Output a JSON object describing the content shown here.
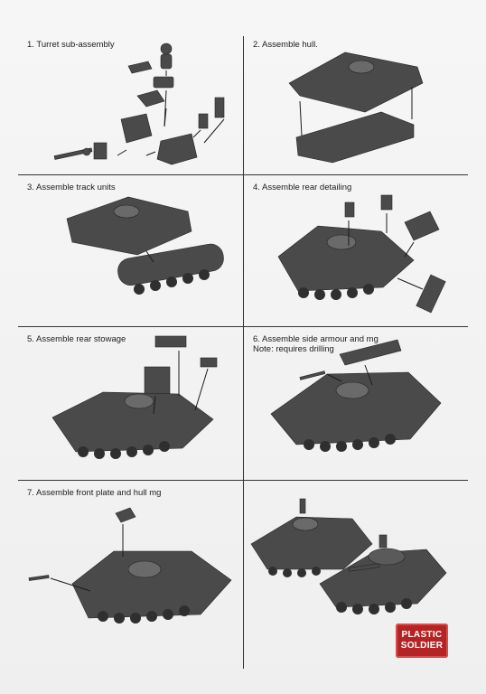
{
  "steps": [
    {
      "title": "1. Turret sub-assembly"
    },
    {
      "title": "2. Assemble hull."
    },
    {
      "title": "3. Assemble track units"
    },
    {
      "title": "4. Assemble rear detailing"
    },
    {
      "title": "5. Assemble rear stowage"
    },
    {
      "title": "6. Assemble side armour and mg",
      "note": "Note: requires drilling"
    },
    {
      "title": "7. Assemble front plate and hull mg"
    }
  ],
  "logo": {
    "line1": "PLASTIC",
    "line2": "SOLDIER"
  },
  "colors": {
    "model_grey": "#4a4a4a",
    "logo_red": "#b52424"
  }
}
